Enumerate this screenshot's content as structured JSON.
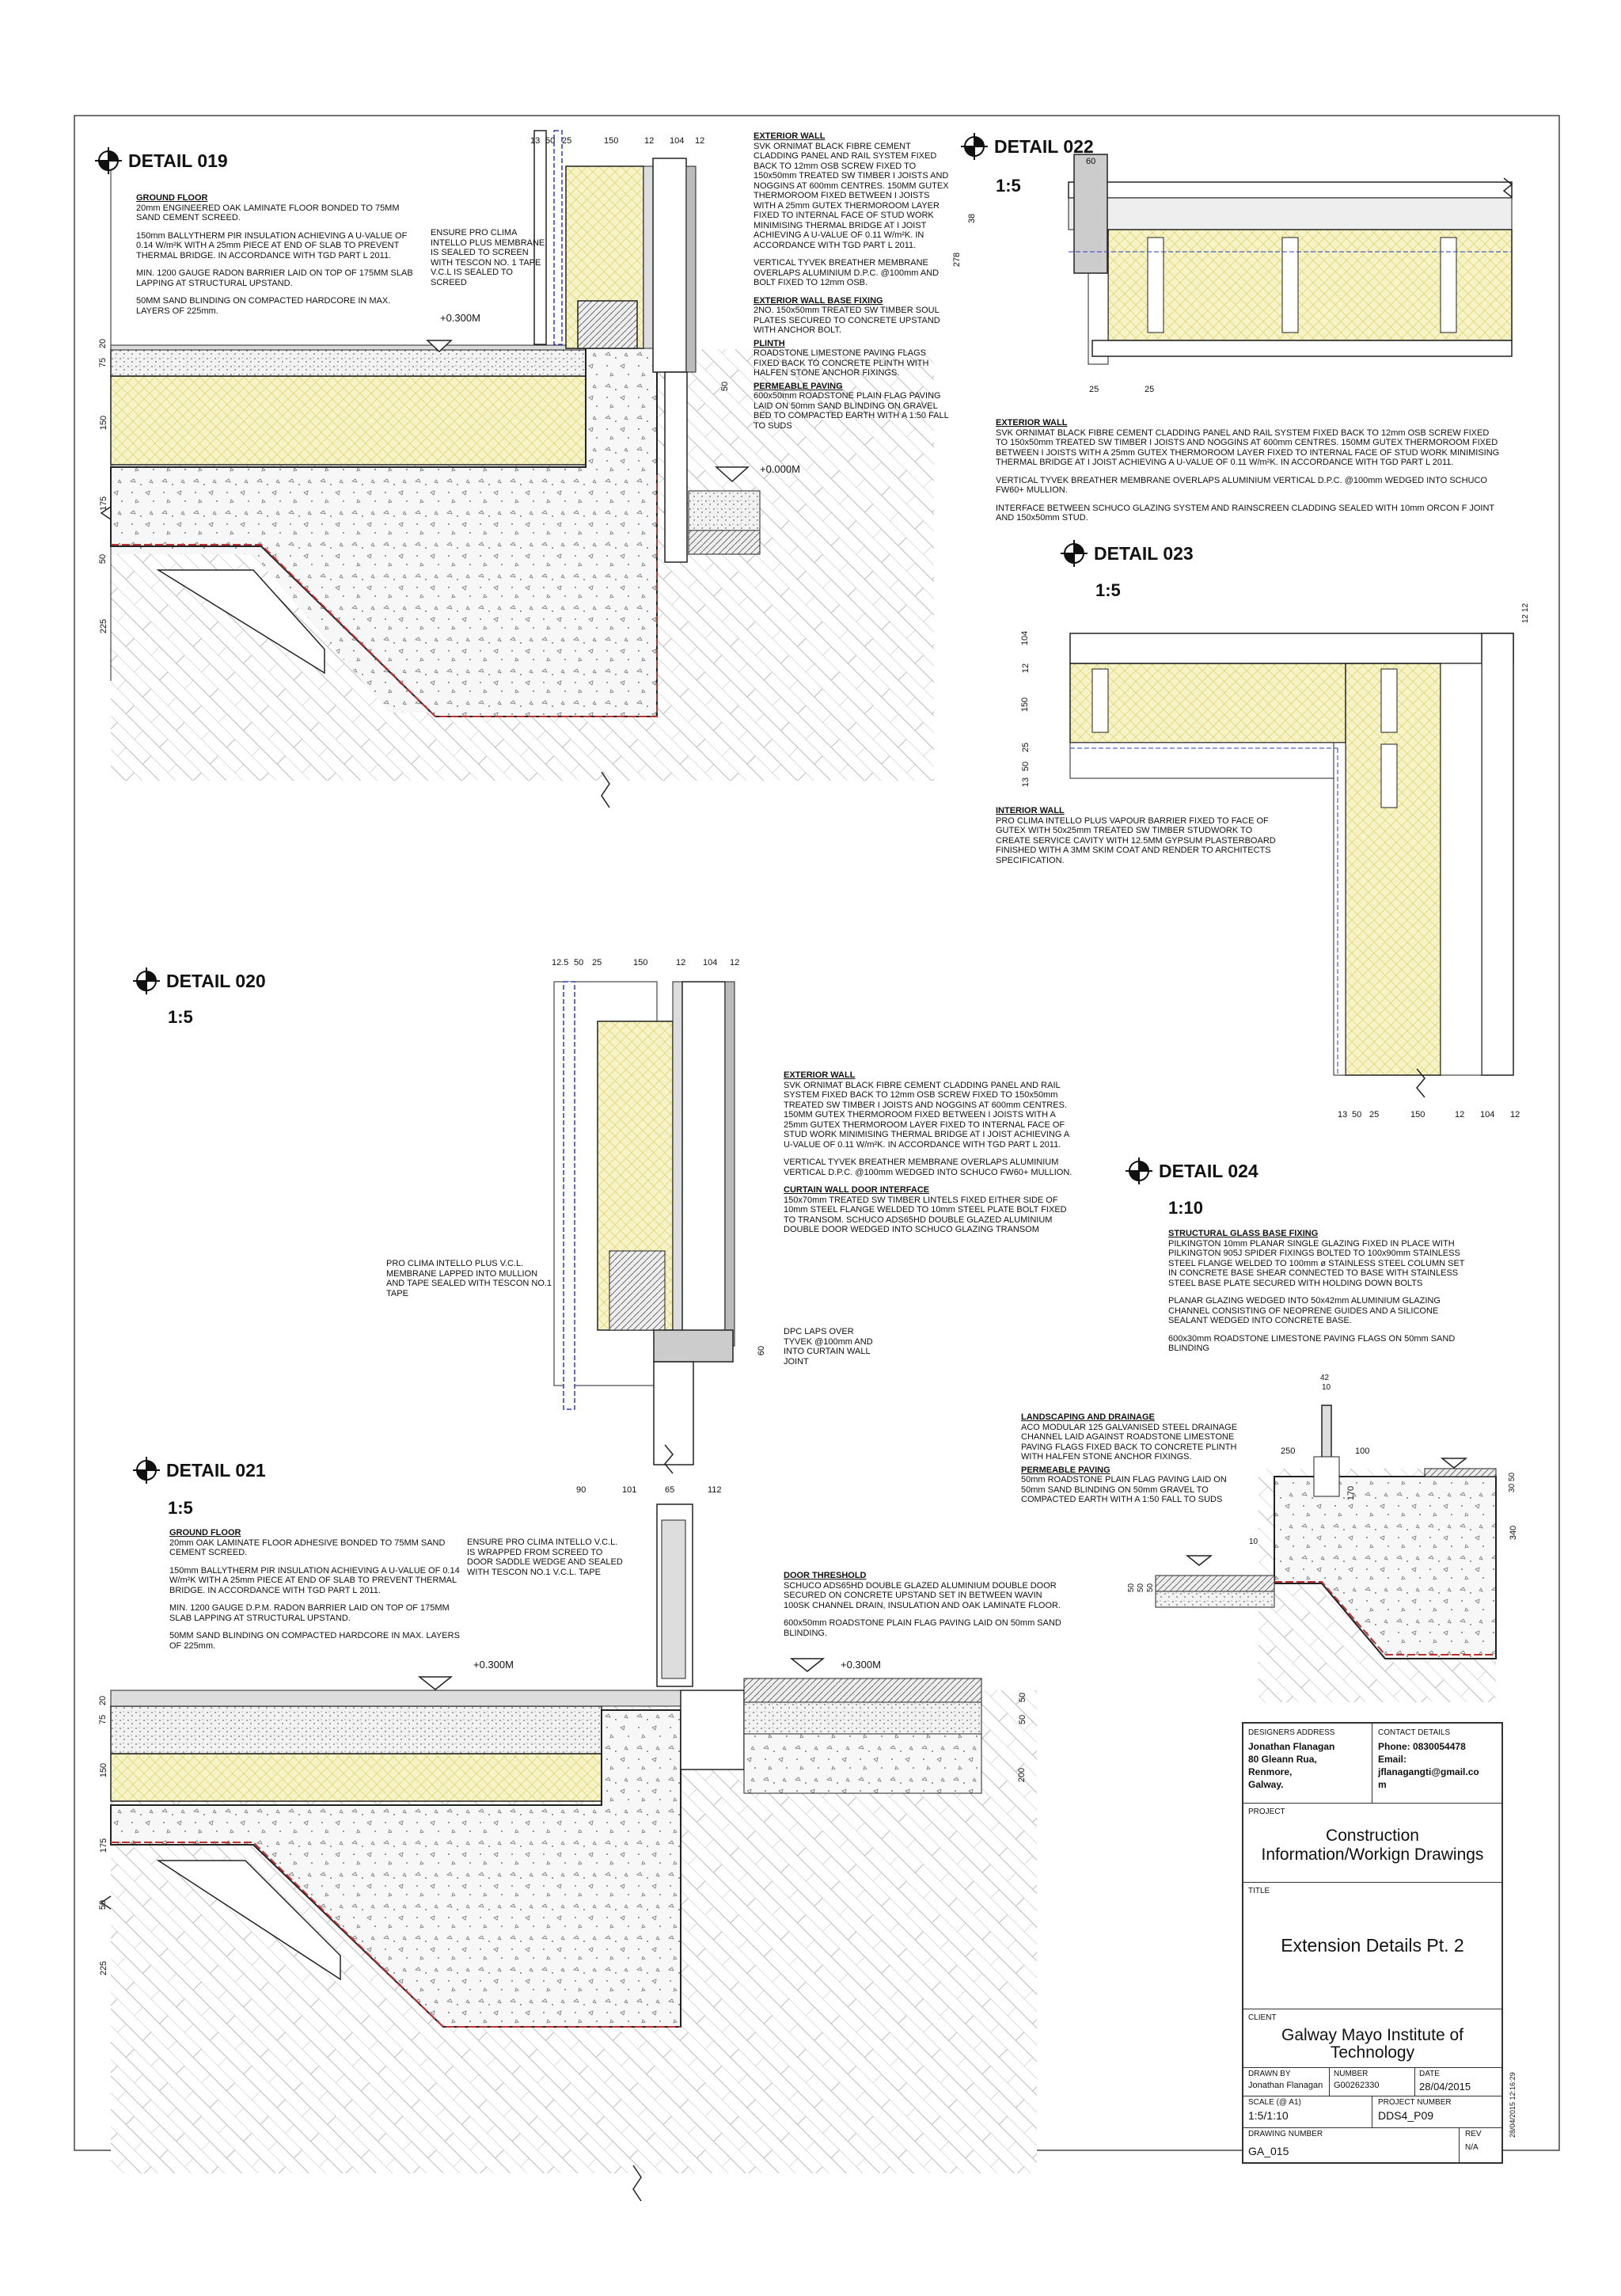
{
  "details": {
    "d019": {
      "title": "DETAIL 019"
    },
    "d020": {
      "title": "DETAIL 020",
      "scale": "1:5"
    },
    "d021": {
      "title": "DETAIL 021",
      "scale": "1:5"
    },
    "d022": {
      "title": "DETAIL 022",
      "scale": "1:5"
    },
    "d023": {
      "title": "DETAIL 023",
      "scale": "1:5"
    },
    "d024": {
      "title": "DETAIL 024",
      "scale": "1:10"
    }
  },
  "notes": {
    "d019_ground": {
      "heading": "GROUND FLOOR",
      "p1": "20mm ENGINEERED OAK LAMINATE FLOOR BONDED TO 75MM SAND CEMENT SCREED.",
      "p2": "150mm BALLYTHERM PIR INSULATION ACHIEVING A U-VALUE OF 0.14 W/m²K WITH A 25mm PIECE AT END OF SLAB TO PREVENT THERMAL BRIDGE. IN ACCORDANCE WITH TGD PART L 2011.",
      "p3": "MIN. 1200 GAUGE RADON BARRIER LAID ON TOP OF 175MM SLAB LAPPING AT STRUCTURAL UPSTAND.",
      "p4": "50MM SAND BLINDING ON COMPACTED HARDCORE IN MAX. LAYERS OF 225mm."
    },
    "d019_ensure": "ENSURE PRO CLIMA INTELLO PLUS MEMBRANE IS SEALED TO SCREEN WITH TESCON NO. 1 TAPE V.C.L IS SEALED TO SCREED",
    "d019_ext": {
      "h1": "EXTERIOR WALL",
      "t1": "SVK ORNIMAT BLACK FIBRE CEMENT CLADDING PANEL AND RAIL SYSTEM FIXED BACK TO 12mm OSB SCREW FIXED TO 150x50mm TREATED SW TIMBER I JOISTS AND NOGGINS AT 600mm CENTRES. 150MM GUTEX THERMOROOM FIXED BETWEEN I JOISTS WITH A 25mm GUTEX THERMOROOM LAYER FIXED TO INTERNAL FACE OF STUD WORK MINIMISING THERMAL BRIDGE AT I JOIST ACHIEVING A U-VALUE OF 0.11 W/m²K. IN ACCORDANCE WITH TGD PART L 2011.",
      "t2": "VERTICAL TYVEK BREATHER MEMBRANE OVERLAPS ALUMINIUM D.P.C. @100mm AND BOLT FIXED TO 12mm OSB.",
      "h3": "EXTERIOR WALL BASE FIXING",
      "t3": "2NO. 150x50mm TREATED SW TIMBER SOUL PLATES SECURED TO CONCRETE UPSTAND WITH ANCHOR BOLT.",
      "h4": "PLINTH",
      "t4": "ROADSTONE LIMESTONE PAVING FLAGS FIXED BACK TO CONCRETE PLINTH WITH HALFEN STONE ANCHOR FIXINGS.",
      "h5": "PERMEABLE PAVING",
      "t5": "600x50mm ROADSTONE PLAIN FLAG PAVING LAID ON 50mm SAND BLINDING ON GRAVEL BED TO COMPACTED EARTH WITH A 1:50 FALL TO SUDS"
    },
    "d022_ext": {
      "h1": "EXTERIOR WALL",
      "t1": "SVK ORNIMAT BLACK FIBRE CEMENT CLADDING PANEL AND RAIL SYSTEM FIXED BACK TO 12mm OSB SCREW FIXED TO 150x50mm TREATED SW TIMBER I JOISTS AND NOGGINS AT 600mm CENTRES. 150MM GUTEX THERMOROOM FIXED BETWEEN I JOISTS WITH A 25mm GUTEX THERMOROOM LAYER FIXED TO INTERNAL FACE OF STUD WORK MINIMISING THERMAL BRIDGE AT I JOIST ACHIEVING A U-VALUE OF 0.11 W/m²K. IN ACCORDANCE WITH TGD PART L 2011.",
      "t2": "VERTICAL TYVEK BREATHER MEMBRANE OVERLAPS ALUMINIUM VERTICAL D.P.C. @100mm WEDGED INTO SCHUCO FW60+ MULLION.",
      "t3": "INTERFACE BETWEEN SCHUCO GLAZING SYSTEM AND RAINSCREEN CLADDING SEALED WITH 10mm ORCON F JOINT AND 150x50mm STUD."
    },
    "d023_int": {
      "h1": "INTERIOR WALL",
      "t1": "PRO CLIMA INTELLO PLUS VAPOUR BARRIER FIXED TO FACE OF GUTEX WITH 50x25mm TREATED SW TIMBER STUDWORK TO CREATE SERVICE CAVITY WITH 12.5MM GYPSUM PLASTERBOARD FINISHED WITH A 3MM SKIM COAT AND RENDER TO ARCHITECTS SPECIFICATION."
    },
    "d020_ext": {
      "h1": "EXTERIOR WALL",
      "t1": "SVK ORNIMAT BLACK FIBRE CEMENT CLADDING PANEL AND RAIL SYSTEM FIXED BACK TO 12mm OSB SCREW FIXED TO 150x50mm TREATED SW TIMBER I JOISTS AND NOGGINS AT 600mm CENTRES. 150MM GUTEX THERMOROOM FIXED BETWEEN I JOISTS WITH A 25mm GUTEX THERMOROOM LAYER FIXED TO INTERNAL FACE OF STUD WORK MINIMISING THERMAL BRIDGE AT I JOIST ACHIEVING A U-VALUE OF 0.11 W/m²K. IN ACCORDANCE WITH TGD PART L 2011.",
      "t2": "VERTICAL TYVEK BREATHER MEMBRANE OVERLAPS ALUMINIUM VERTICAL D.P.C. @100mm WEDGED INTO SCHUCO FW60+ MULLION.",
      "h3": "CURTAIN WALL DOOR INTERFACE",
      "t3": "150x70mm TREATED SW TIMBER LINTELS FIXED EITHER SIDE OF 10mm STEEL FLANGE WELDED TO 10mm STEEL PLATE BOLT FIXED TO TRANSOM. SCHUCO ADS65HD DOUBLE GLAZED ALUMINIUM DOUBLE DOOR WEDGED INTO SCHUCO GLAZING TRANSOM"
    },
    "d020_vcl": "PRO CLIMA INTELLO PLUS V.C.L. MEMBRANE LAPPED INTO MULLION AND TAPE SEALED WITH TESCON NO.1 TAPE",
    "d020_dpc": "DPC LAPS OVER TYVEK @100mm AND INTO CURTAIN WALL JOINT",
    "d024": {
      "h1": "STRUCTURAL GLASS BASE FIXING",
      "t1": "PILKINGTON 10mm PLANAR SINGLE GLAZING FIXED IN PLACE WITH PILKINGTON 905J SPIDER FIXINGS BOLTED TO 100x90mm STAINLESS STEEL FLANGE WELDED TO 100mm ø STAINLESS STEEL COLUMN SET IN CONCRETE BASE SHEAR CONNECTED TO BASE WITH STAINLESS STEEL BASE PLATE SECURED WITH HOLDING DOWN BOLTS",
      "t2": "PLANAR GLAZING WEDGED INTO 50x42mm ALUMINIUM GLAZING CHANNEL CONSISTING OF NEOPRENE GUIDES AND A SILICONE SEALANT WEDGED INTO CONCRETE BASE.",
      "t3": "600x30mm ROADSTONE LIMESTONE PAVING FLAGS ON 50mm SAND BLINDING"
    },
    "d024_land": {
      "h1": "LANDSCAPING AND DRAINAGE",
      "t1": "ACO MODULAR 125 GALVANISED STEEL DRAINAGE CHANNEL LAID AGAINST ROADSTONE LIMESTONE PAVING FLAGS FIXED BACK TO CONCRETE PLINTH WITH HALFEN STONE ANCHOR FIXINGS.",
      "h2": "PERMEABLE PAVING",
      "t2": "50mm ROADSTONE PLAIN FLAG PAVING LAID ON 50mm SAND BLINDING ON 50mm GRAVEL TO COMPACTED EARTH WITH A 1:50 FALL TO SUDS"
    },
    "d021_ground": {
      "heading": "GROUND FLOOR",
      "p1": "20mm OAK LAMINATE FLOOR ADHESIVE BONDED TO 75MM SAND CEMENT SCREED.",
      "p2": "150mm BALLYTHERM PIR INSULATION ACHIEVING A U-VALUE OF 0.14 W/m²K WITH A 25mm PIECE AT END OF SLAB TO PREVENT THERMAL BRIDGE. IN ACCORDANCE WITH TGD PART L 2011.",
      "p3": "MIN. 1200 GAUGE D.P.M. RADON BARRIER LAID ON TOP OF 175MM SLAB LAPPING AT STRUCTURAL UPSTAND.",
      "p4": "50MM SAND BLINDING ON COMPACTED HARDCORE IN MAX. LAYERS OF 225mm."
    },
    "d021_ensure": "ENSURE PRO CLIMA INTELLO V.C.L. IS WRAPPED FROM SCREED TO DOOR SADDLE WEDGE AND SEALED WITH TESCON NO.1 V.C.L. TAPE",
    "d021_door": {
      "h1": "DOOR THRESHOLD",
      "t1": "SCHUCO ADS65HD DOUBLE GLAZED ALUMINIUM DOUBLE DOOR SECURED ON CONCRETE UPSTAND SET IN BETWEEN WAVIN 100SK CHANNEL DRAIN, INSULATION AND OAK LAMINATE FLOOR.",
      "t2": "600x50mm ROADSTONE PLAIN FLAG PAVING LAID ON 50mm SAND BLINDING."
    }
  },
  "levels": {
    "ffl": "+0.300M",
    "ground": "+0.000M",
    "ffl2": "+0.300M"
  },
  "dims": {
    "d019_top": [
      "13",
      "50",
      "25",
      "150",
      "12",
      "104",
      "12"
    ],
    "d019_left": [
      "20",
      "75",
      "150",
      "175",
      "50",
      "225"
    ],
    "d019_50": "50",
    "d022_top": "60",
    "d022_side": [
      "278",
      "38"
    ],
    "d022_bottom": [
      "25",
      "25"
    ],
    "d023_left": [
      "104",
      "12",
      "150",
      "25",
      "50",
      "13"
    ],
    "d023_right": [
      "12",
      "12"
    ],
    "d023_bottom": [
      "13",
      "50",
      "25",
      "150",
      "12",
      "104",
      "12"
    ],
    "d020_top": [
      "12.5",
      "50",
      "25",
      "150",
      "12",
      "104",
      "12"
    ],
    "d020_60": "60",
    "d021_top": [
      "90",
      "101",
      "65",
      "112"
    ],
    "d021_left": [
      "20",
      "75",
      "150",
      "175",
      "50",
      "225"
    ],
    "d021_right": [
      "50",
      "50",
      "200"
    ],
    "d024_top": [
      "42",
      "10",
      "250",
      "100"
    ],
    "d024_right": [
      "50",
      "30",
      "340"
    ],
    "d024_mid": [
      "170",
      "10"
    ],
    "d024_left": [
      "50",
      "50",
      "50"
    ]
  },
  "title_block": {
    "designers_cap": "DESIGNERS ADDRESS",
    "designer_name": "Jonathan Flanagan",
    "address1": "80 Gleann Rua,",
    "address2": "Renmore,",
    "address3": "Galway.",
    "contact_cap": "CONTACT DETAILS",
    "phone": "Phone: 0830054478",
    "email_label": "Email:",
    "email1": "jflanagangti@gmail.co",
    "email2": "m",
    "project_cap": "PROJECT",
    "project1": "Construction",
    "project2": "Information/Workign Drawings",
    "title_cap": "TITLE",
    "title": "Extension Details Pt. 2",
    "client_cap": "CLIENT",
    "client1": "Galway Mayo Institute of",
    "client2": "Technology",
    "drawn_cap": "DRAWN BY",
    "drawn": "Jonathan Flanagan",
    "number_cap": "NUMBER",
    "number": "G00262330",
    "date_cap": "DATE",
    "date": "28/04/2015",
    "scale_cap": "SCALE (@ A1)",
    "scale": "1:5/1:10",
    "projno_cap": "PROJECT NUMBER",
    "projno": "DDS4_P09",
    "drawno_cap": "DRAWING NUMBER",
    "drawno": "GA_015",
    "rev_cap": "REV",
    "rev": "N/A"
  },
  "stamp": "28/04/2015 12:16:29",
  "colors": {
    "insulation": "#f7f3c8",
    "hatch": "#e2d873",
    "dpm": "#c03030",
    "vcl": "#2a3fc0",
    "concrete": "#f5f5f5",
    "line": "#222222"
  }
}
